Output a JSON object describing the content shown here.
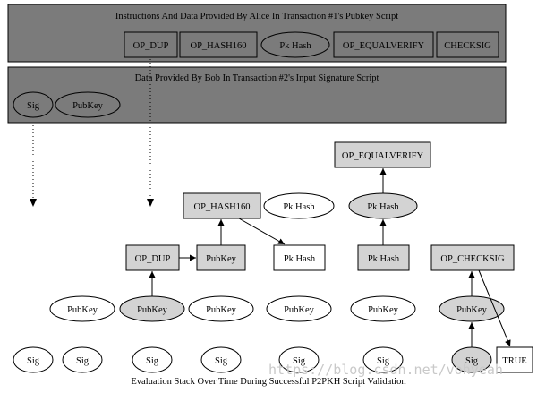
{
  "diagram": {
    "panel_alice_title": "Instructions And Data Provided By Alice In Transaction #1's Pubkey Script",
    "panel_bob_title": "Data Provided By Bob In Transaction #2's Input Signature Script",
    "caption": "Evaluation Stack Over Time During Successful P2PKH Script Validation",
    "watermark": "https://blog.csdn.net/vohyeah",
    "alice_items": [
      "OP_DUP",
      "OP_HASH160",
      "Pk Hash",
      "OP_EQUALVERIFY",
      "CHECKSIG"
    ],
    "bob_items": [
      "Sig",
      "PubKey"
    ],
    "stack": {
      "op_dup": "OP_DUP",
      "op_hash160": "OP_HASH160",
      "op_equalverify": "OP_EQUALVERIFY",
      "op_checksig": "OP_CHECKSIG",
      "pubkey": "PubKey",
      "pk_hash": "Pk Hash",
      "sig": "Sig",
      "true": "TRUE"
    },
    "colors": {
      "panel_fill": "#7b7b7b",
      "node_fill": "#d3d3d3",
      "stroke": "#000000",
      "background": "#ffffff"
    }
  }
}
